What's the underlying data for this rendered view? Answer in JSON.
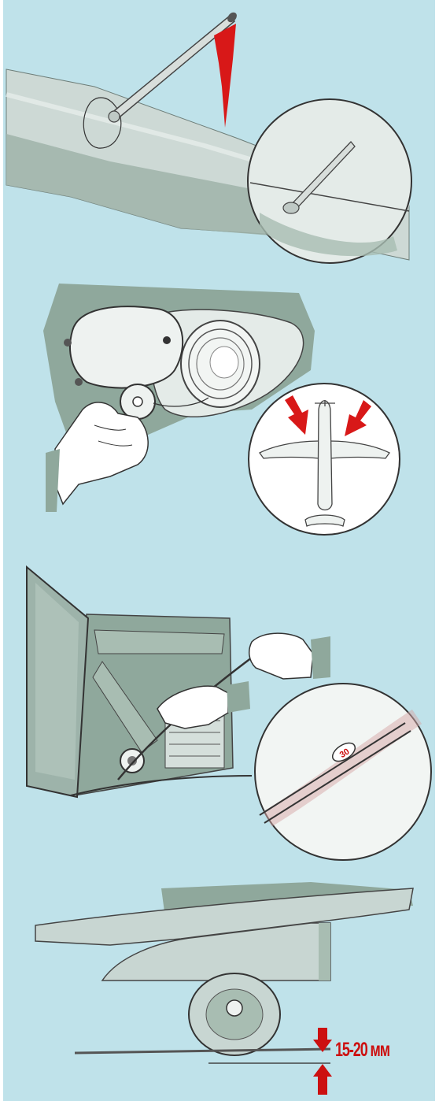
{
  "illustration": {
    "panels": [
      {
        "id": "wing-fuel-pitot"
      },
      {
        "id": "fuel-tank-filler"
      },
      {
        "id": "cabin-control-cable"
      },
      {
        "id": "tail-wheel-clearance"
      }
    ],
    "cable_marking": "30",
    "clearance_label": "15-20 мм",
    "colors": {
      "background": "#bfe2ea",
      "body_gray": "#c8d6d2",
      "shadow_green": "#8fa89c",
      "warning_red": "#cc1010",
      "ink": "#333333"
    }
  }
}
